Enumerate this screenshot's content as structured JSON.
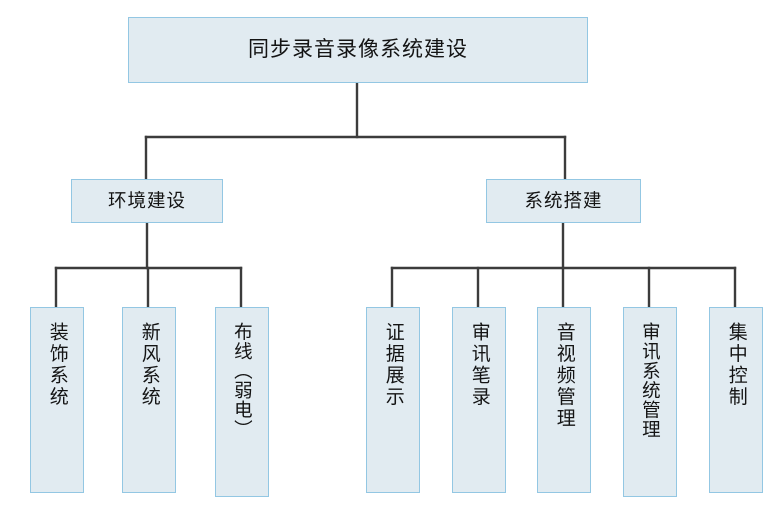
{
  "diagram": {
    "type": "organizational-tree",
    "title": "同步录音录像系统建设",
    "orientation": "top-down",
    "colors": {
      "node_fill": "#e1ebf1",
      "node_border": "#93c7e3",
      "connector": "#3c3c3c",
      "text": "#141414",
      "background": "#ffffff"
    },
    "root": {
      "label": "同步录音录像系统建设"
    },
    "branches": [
      {
        "id": "environment",
        "label": "环境建设",
        "children": [
          {
            "id": "decoration-system",
            "label": "装饰系统"
          },
          {
            "id": "fresh-air-system",
            "label": "新风系统"
          },
          {
            "id": "wiring-low-voltage",
            "label": "布线（弱电）"
          }
        ]
      },
      {
        "id": "system-build",
        "label": "系统搭建",
        "children": [
          {
            "id": "evidence-display",
            "label": "证据展示"
          },
          {
            "id": "interrogation-record",
            "label": "审讯笔录"
          },
          {
            "id": "av-management",
            "label": "音视频管理"
          },
          {
            "id": "interrogation-system-management",
            "label": "审讯系统管理"
          },
          {
            "id": "centralized-control",
            "label": "集中控制"
          }
        ]
      }
    ]
  }
}
